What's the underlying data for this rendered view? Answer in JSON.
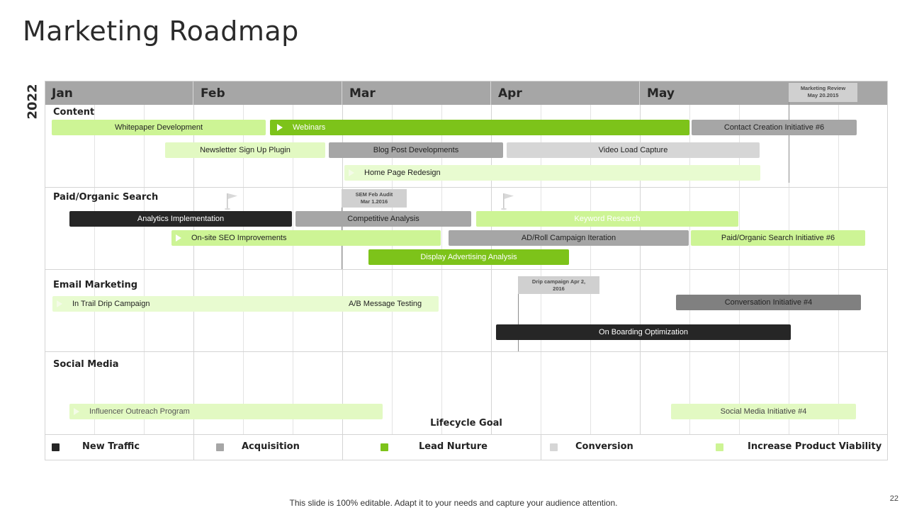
{
  "title": "Marketing Roadmap",
  "year": "2022",
  "months": [
    "Jan",
    "Feb",
    "Mar",
    "Apr",
    "May"
  ],
  "sections": [
    "Content",
    "Paid/Organic Search",
    "Email Marketing",
    "Social Media"
  ],
  "colors": {
    "new_traffic": "#262626",
    "acquisition": "#a6a6a6",
    "lead_nurture": "#7dc31a",
    "conversion": "#d6d6d6",
    "increase_product_viability": "#cdf495",
    "header": "#a6a6a6"
  },
  "tasks": {
    "whitepaper": "Whitepaper Development",
    "webinars": "Webinars",
    "contact_creation": "Contact Creation Initiative #6",
    "newsletter": "Newsletter Sign Up Plugin",
    "blog_post": "Blog Post Developments",
    "video_load": "Video Load Capture",
    "home_page": "Home Page Redesign",
    "analytics": "Analytics Implementation",
    "competitive": "Competitive Analysis",
    "keyword": "Keyword Research",
    "onsite_seo": "On-site SEO  Improvements",
    "adroll": "AD/Roll Campaign  Iteration",
    "paid_organic": "Paid/Organic Search Initiative #6",
    "display_ads": "Display Advertising Analysis",
    "in_trail": "In Trail Drip Campaign",
    "ab_testing": "A/B Message Testing",
    "conversation": "Conversation Initiative #4",
    "onboarding": "On Boarding Optimization",
    "influencer": "Influencer Outreach Program",
    "social_media_init": "Social Media Initiative  #4"
  },
  "callouts": {
    "marketing_review": "Marketing Review\nMay 20.2015",
    "sem_audit": "SEM Feb  Audit\nMar 1.2016",
    "drip_campaign": "Drip campaign  Apr 2,\n2016"
  },
  "legend": {
    "title": "Lifecycle Goal",
    "items": [
      "New Traffic",
      "Acquisition",
      "Lead Nurture",
      "Conversion",
      "Increase Product Viability"
    ]
  },
  "footer": "This slide is 100% editable. Adapt it to your  needs and capture your audience attention.",
  "page_number": "22"
}
